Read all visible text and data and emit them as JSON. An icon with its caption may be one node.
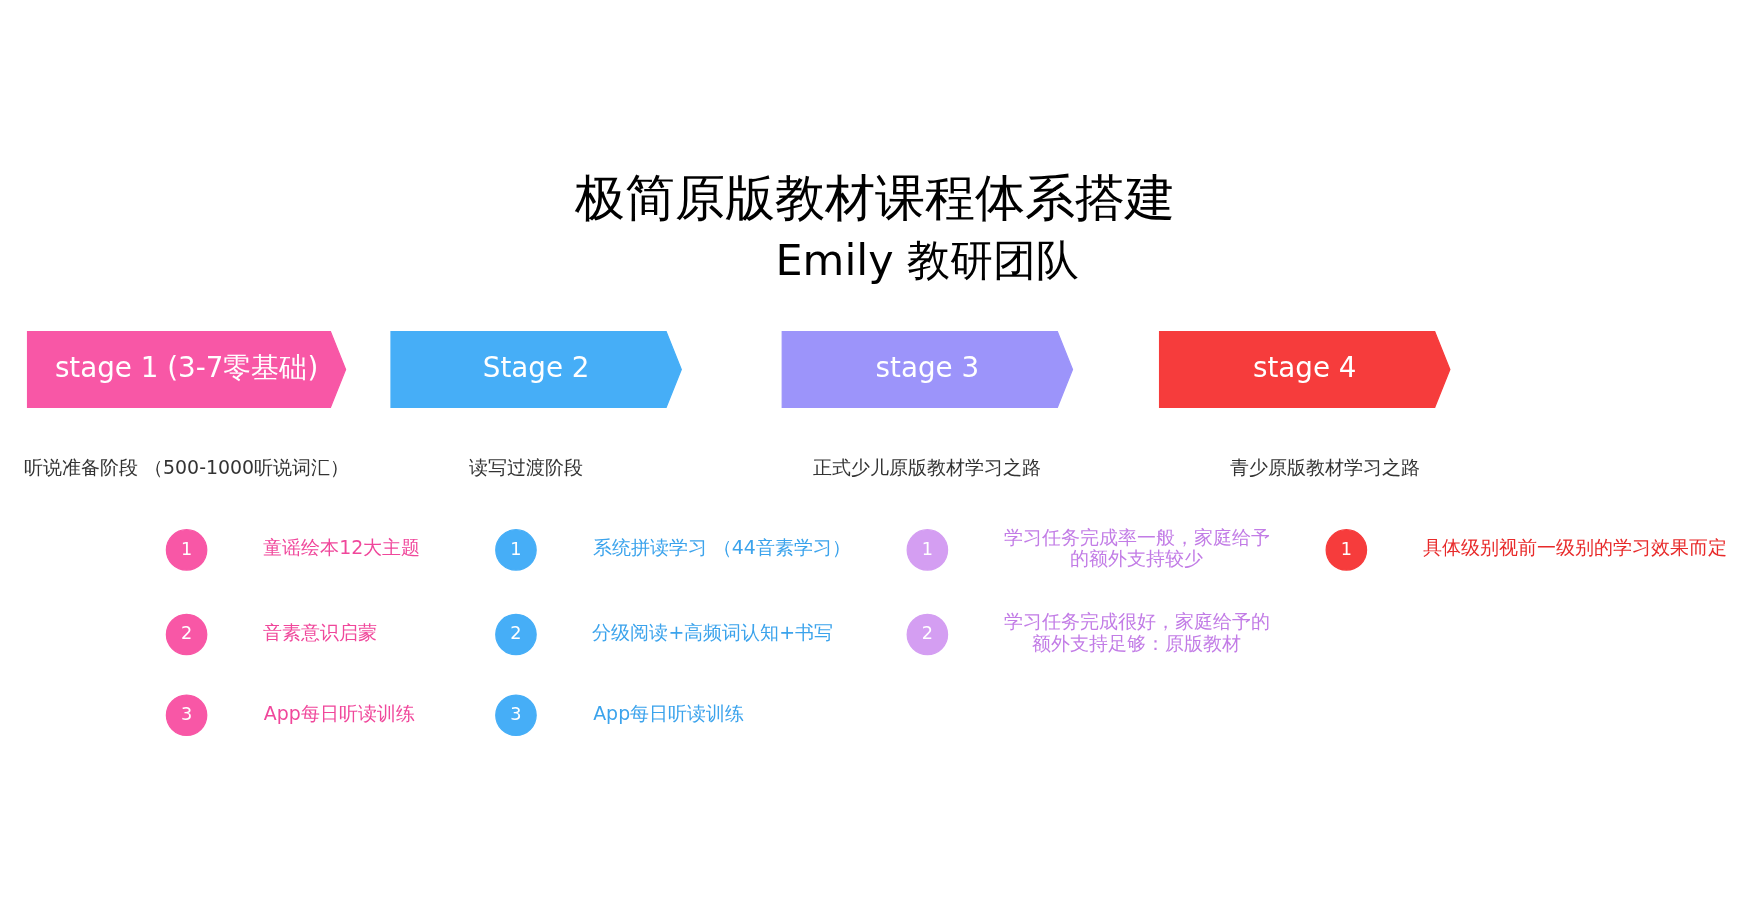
{
  "diagram": {
    "title": "极简原版教材课程体系搭建",
    "nodes": [
      {
        "text": [
          "stage 1 (3-7零基础)"
        ],
        "beside": [
          "听说准备阶段 （500-1000听说词汇）"
        ]
      },
      {
        "text": [
          "1"
        ],
        "beside": [
          "童谣绘本12大主题"
        ]
      },
      {
        "text": [
          "2"
        ],
        "beside": [
          "音素意识启蒙"
        ]
      },
      {
        "text": [
          "3"
        ],
        "beside": [
          "App每日听读训练"
        ]
      },
      {
        "text": [
          "Stage 2"
        ],
        "beside": [
          "读写过渡阶段"
        ]
      },
      {
        "text": [
          "1"
        ],
        "beside": [
          "系统拼读学习 （44音素学习）"
        ]
      },
      {
        "text": [
          "2"
        ],
        "beside": [
          "分级阅读+高频词认知+书写"
        ]
      },
      {
        "text": [
          "3"
        ],
        "beside": [
          "App每日听读训练"
        ]
      },
      {
        "text": [
          "stage 3"
        ],
        "beside": [
          "正式少儿原版教材学习之路"
        ]
      },
      {
        "text": [
          "1"
        ],
        "beside": [
          "学习任务完成率一般，家庭给予的额外支持较少"
        ]
      },
      {
        "text": [
          "2"
        ],
        "beside": [
          "学习任务完成很好，家庭给予的额外支持足够：原版教材"
        ]
      },
      {
        "text": [
          "stage 4"
        ],
        "beside": [
          "青少原版教材学习之路"
        ]
      },
      {
        "text": [
          "1"
        ],
        "beside": [
          "具体级别视前一级别的学习效果而定"
        ]
      }
    ],
    "labels": [
      "Emily 教研团队"
    ]
  }
}
